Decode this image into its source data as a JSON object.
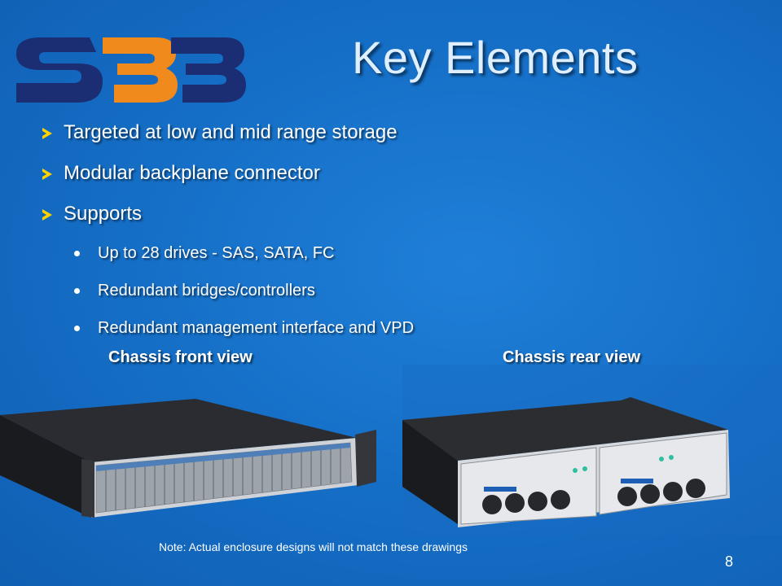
{
  "slide": {
    "title": "Key Elements",
    "logo_text": "SBB",
    "bullets": [
      {
        "text": "Targeted at low and mid range storage"
      },
      {
        "text": "Modular backplane connector"
      },
      {
        "text": "Supports",
        "sub": [
          "Up to 28 drives - SAS, SATA, FC",
          "Redundant bridges/controllers",
          "Redundant management interface and VPD"
        ]
      }
    ],
    "captions": {
      "front": "Chassis front view",
      "rear": "Chassis rear view"
    },
    "note": "Note: Actual enclosure designs will not match these drawings",
    "page_number": "8",
    "colors": {
      "background": "#1670c8",
      "logo_navy": "#1b2d73",
      "logo_orange": "#f08a1c",
      "bullet_arrow": "#ffd200"
    }
  }
}
